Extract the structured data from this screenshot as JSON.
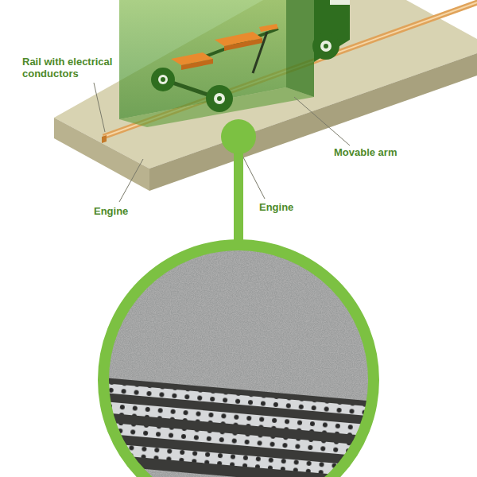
{
  "diagram": {
    "labels": [
      "Rail with electrical conductors",
      "Movable arm",
      "Engine",
      "Engine"
    ]
  }
}
